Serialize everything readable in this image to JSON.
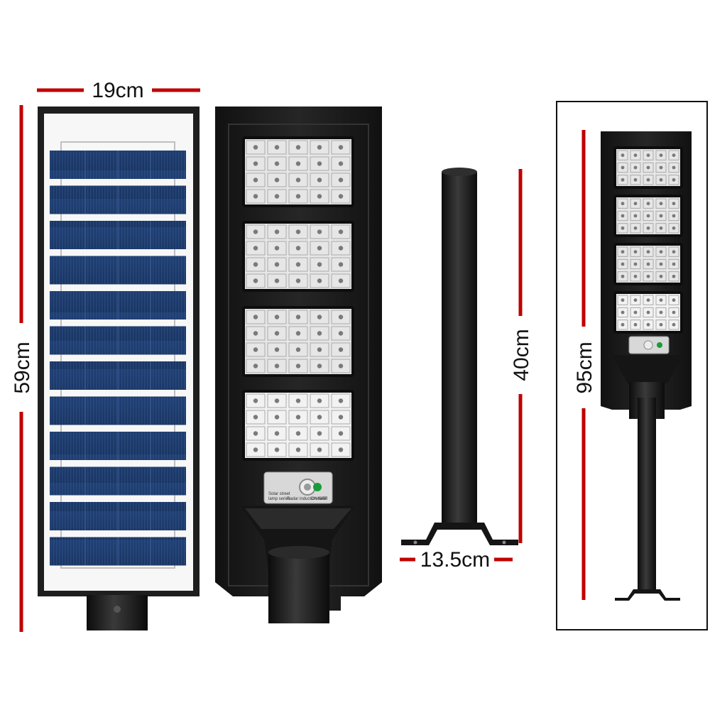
{
  "dimensions": {
    "panel_width": "19cm",
    "panel_height": "59cm",
    "pole_height": "40cm",
    "bracket_width": "13.5cm",
    "total_height": "95cm"
  },
  "sensor_box": {
    "line1": "Solar street",
    "line2": "lamp series",
    "line3": "Radar induction head",
    "switch_label": "ON/OFF"
  },
  "colors": {
    "dimension_line": "#c00000",
    "housing": "#1c1c1c",
    "solar_cell": "#1d3a6b",
    "led_panel": "#e9e9e9",
    "switch_led": "#1a9c3a"
  },
  "icons": {
    "sensor": "pir-sensor-icon",
    "switch": "green-switch-icon"
  }
}
